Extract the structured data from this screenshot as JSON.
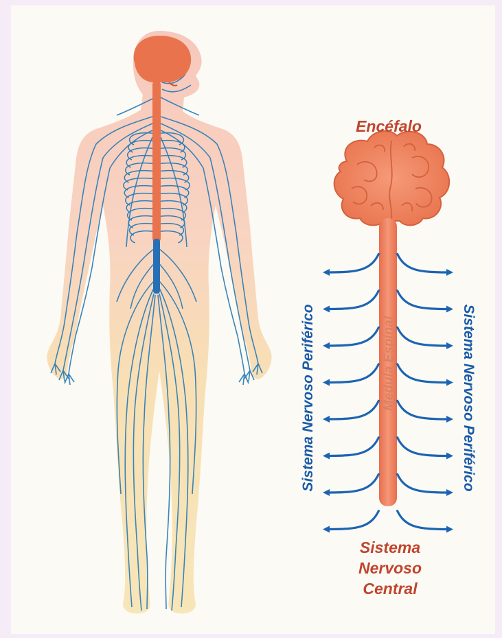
{
  "labels": {
    "encefalo": "Encéfalo",
    "medula": "Medula Espinal",
    "snp_left": "Sistema Nervoso Periférico",
    "snp_right": "Sistema Nervoso Periférico",
    "snc_line1": "Sistema",
    "snc_line2": "Nervoso",
    "snc_line3": "Central"
  },
  "colors": {
    "orange": "#e8734d",
    "orange_dark": "#c8553a",
    "blue": "#1b64b4",
    "nerve_blue": "#2f7fb8",
    "skin": "#f7c9b8",
    "skin_lower": "#f7dfa8",
    "label_red": "#c0452e",
    "label_blue": "#1a5aa8"
  },
  "arrow_rows": 8
}
